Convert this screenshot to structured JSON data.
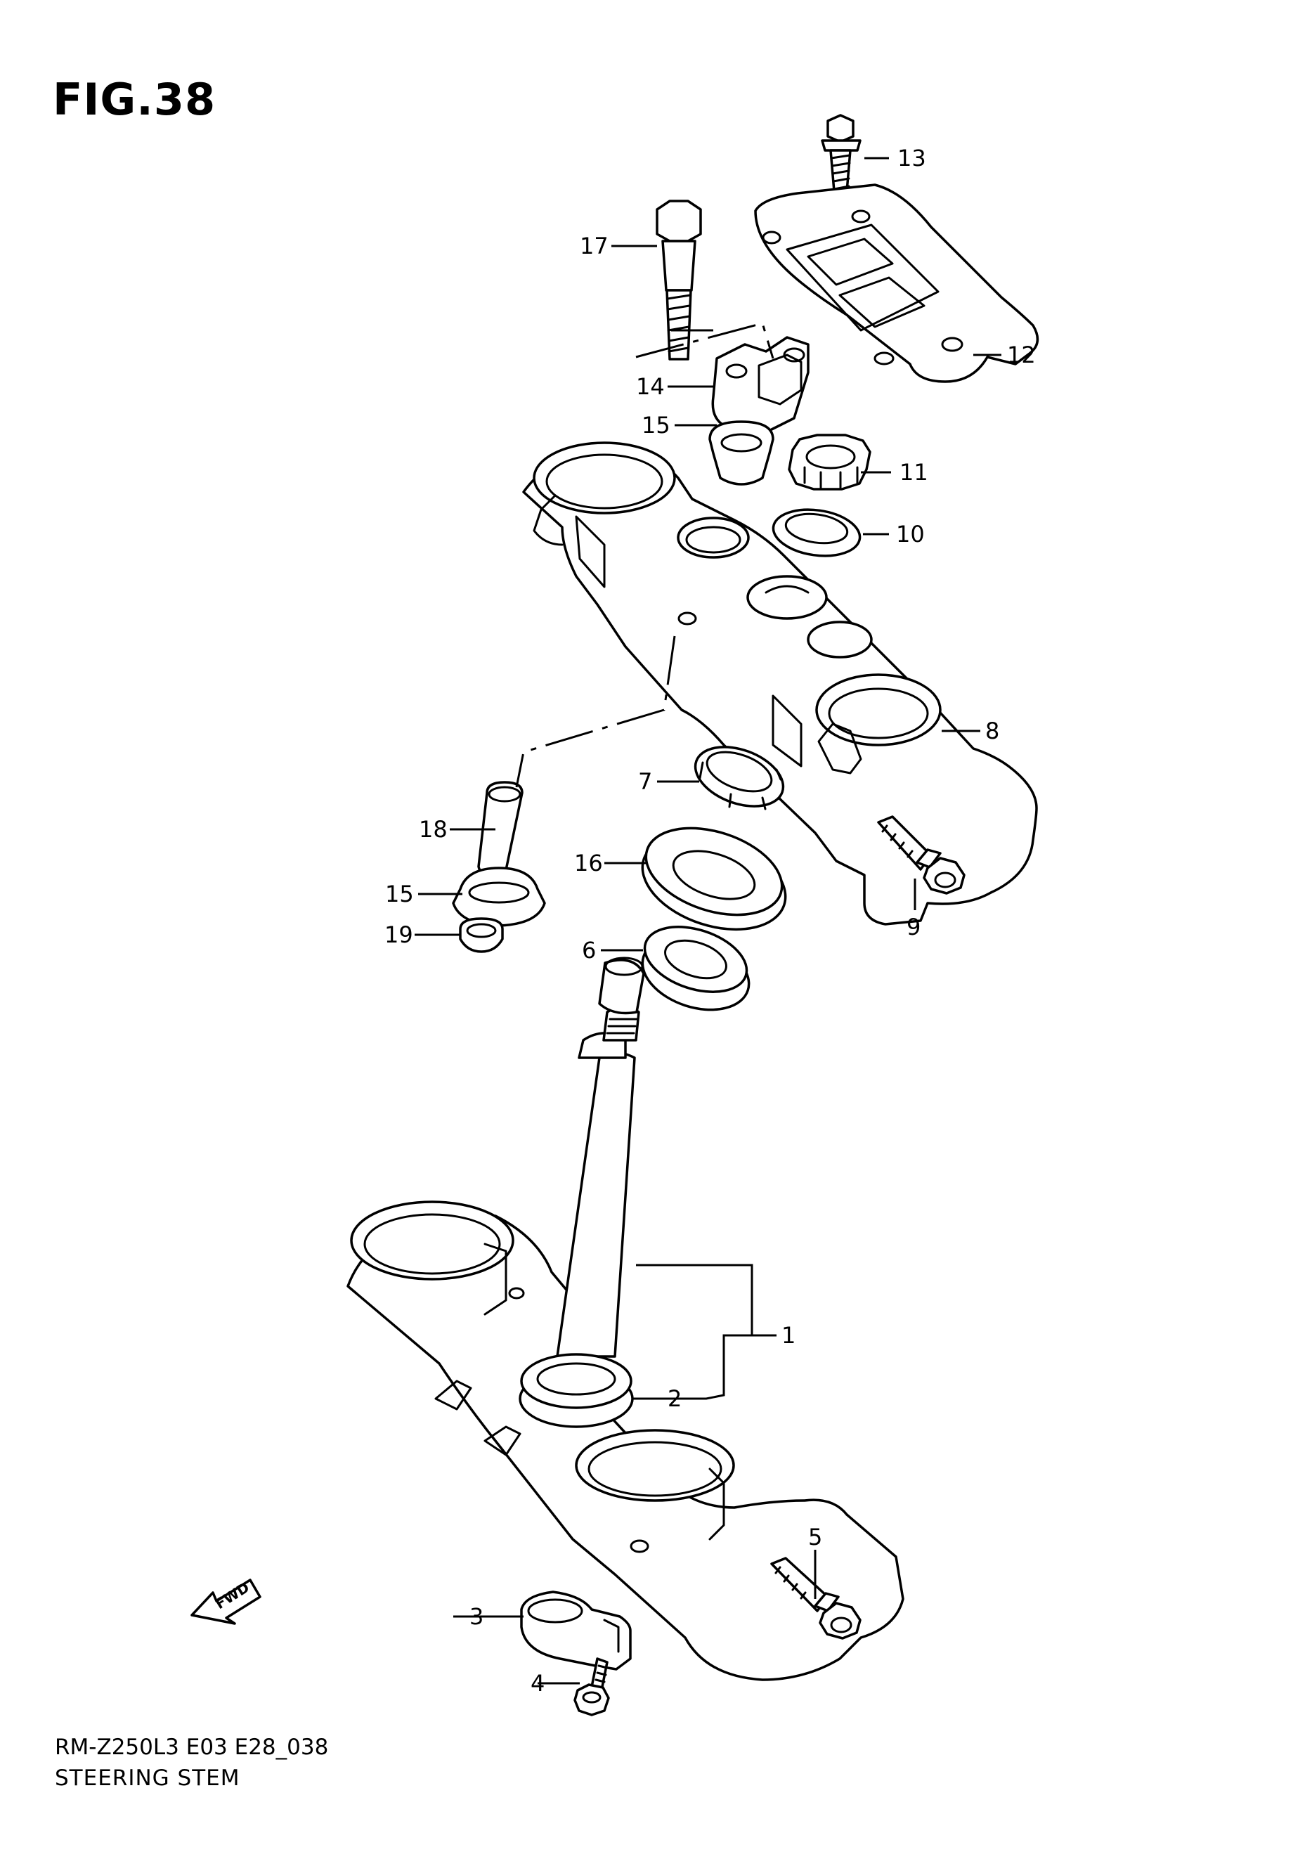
{
  "figure": {
    "title": "FIG.38",
    "model_code": "RM-Z250L3 E03 E28_038",
    "assembly_name": "STEERING STEM"
  },
  "fwd_badge": "FWD",
  "callouts": [
    "1",
    "2",
    "3",
    "4",
    "5",
    "6",
    "7",
    "8",
    "9",
    "10",
    "11",
    "12",
    "13",
    "14",
    "15",
    "16",
    "17",
    "18",
    "15",
    "19"
  ]
}
